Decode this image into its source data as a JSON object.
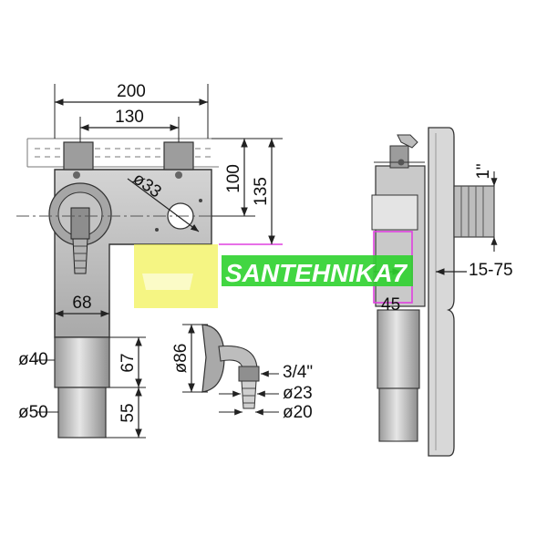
{
  "dimensions": {
    "width_200": "200",
    "width_130": "130",
    "height_100": "100",
    "height_135": "135",
    "diameter_33": "ø33",
    "width_68": "68",
    "diameter_40": "ø40",
    "diameter_50": "ø50",
    "length_67": "67",
    "length_55": "55",
    "diameter_86": "ø86",
    "thread_3_4": "3/4\"",
    "diameter_23": "ø23",
    "diameter_20": "ø20",
    "thread_1": "1\"",
    "range_15_75": "15-75",
    "depth_45": "45"
  },
  "watermark": {
    "title": "SANTEHNIKA7",
    "subtitle": "Интернет - магазин сантехники"
  },
  "colors": {
    "line": "#222222",
    "part_gray": "#b9b9b9",
    "part_light": "#dcdcdc",
    "watermark_green": "#2ed12e",
    "watermark_yellow": "#f2f25a",
    "magenta": "#e040e0"
  }
}
